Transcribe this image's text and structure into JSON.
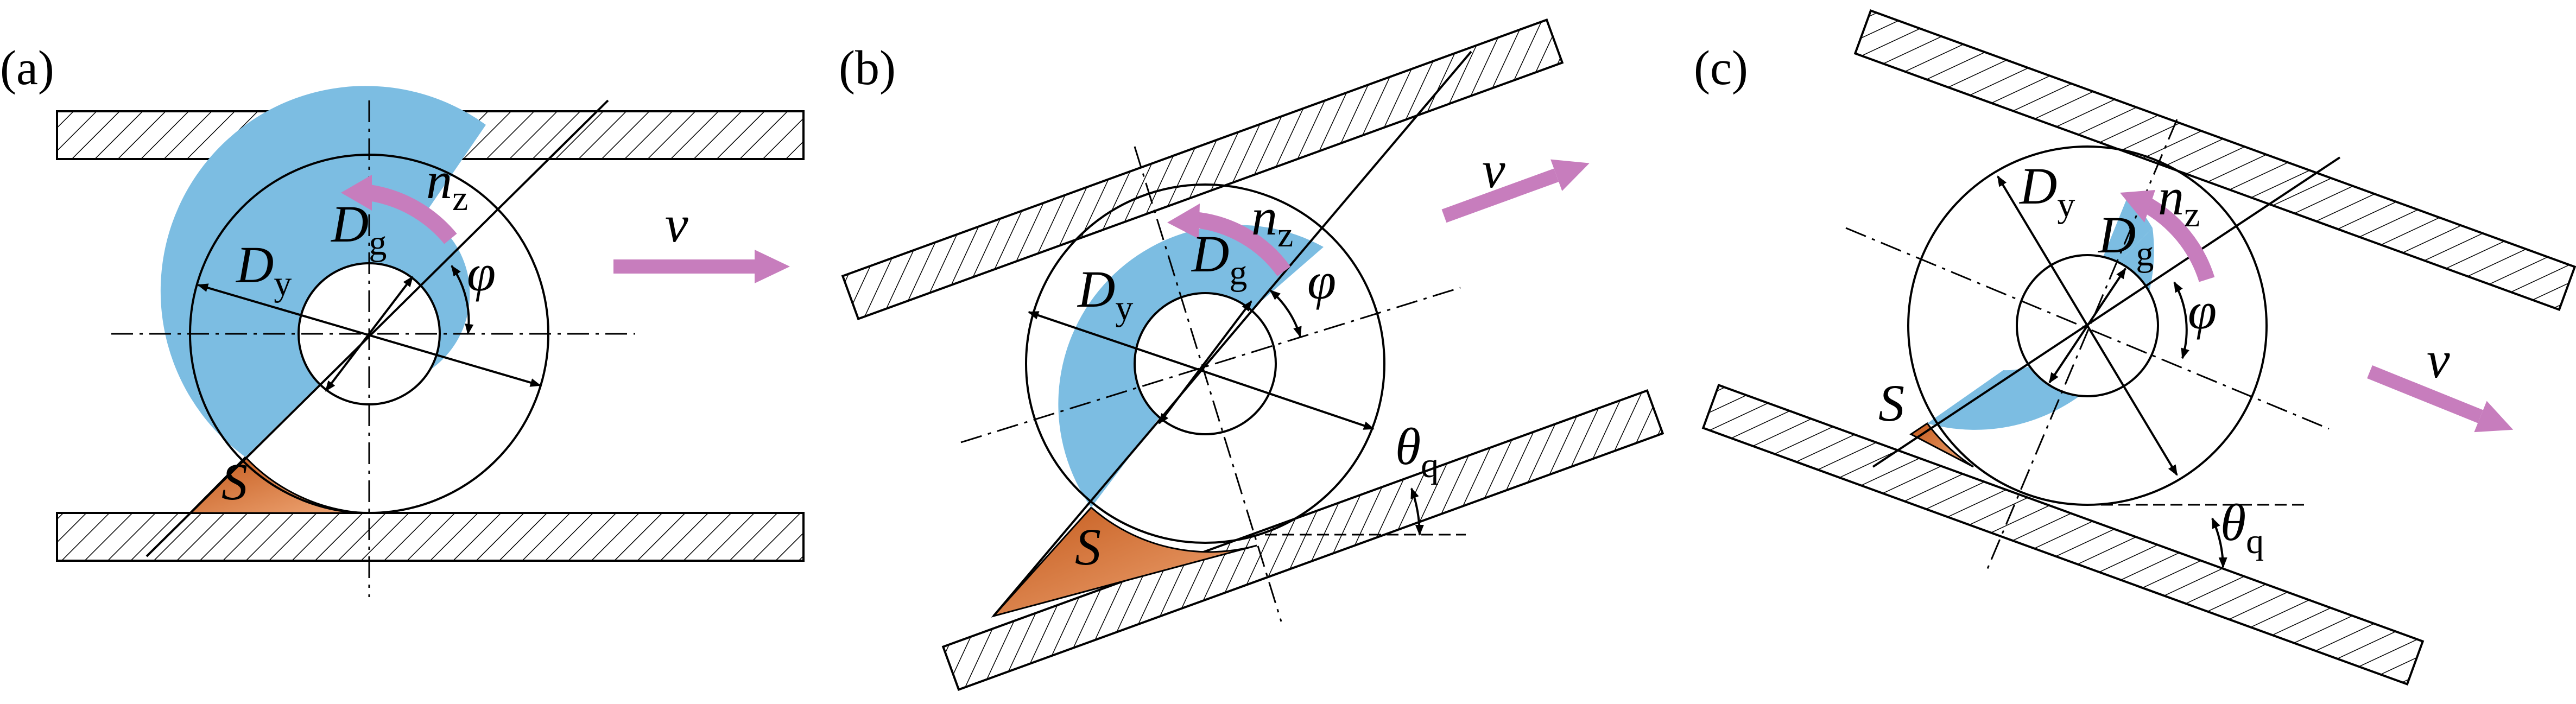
{
  "panels": [
    {
      "label": "(a)",
      "diameter_outer": "D",
      "diameter_outer_sub": "y",
      "diameter_inner": "D",
      "diameter_inner_sub": "g",
      "rotation": "n",
      "rotation_sub": "z",
      "angle_phi": "φ",
      "area": "S",
      "velocity": "v"
    },
    {
      "label": "(b)",
      "diameter_outer": "D",
      "diameter_outer_sub": "y",
      "diameter_inner": "D",
      "diameter_inner_sub": "g",
      "rotation": "n",
      "rotation_sub": "z",
      "angle_phi": "φ",
      "angle_theta": "θ",
      "angle_theta_sub": "q",
      "area": "S",
      "velocity": "v"
    },
    {
      "label": "(c)",
      "diameter_outer": "D",
      "diameter_outer_sub": "y",
      "diameter_inner": "D",
      "diameter_inner_sub": "g",
      "rotation": "n",
      "rotation_sub": "z",
      "angle_phi": "φ",
      "angle_theta": "θ",
      "angle_theta_sub": "q",
      "area": "S",
      "velocity": "v"
    }
  ],
  "colors": {
    "fill_blue": "#7cbde2",
    "fill_orange": "#e8844a",
    "arrow_purple": "#c77dbd",
    "line": "#000000"
  }
}
